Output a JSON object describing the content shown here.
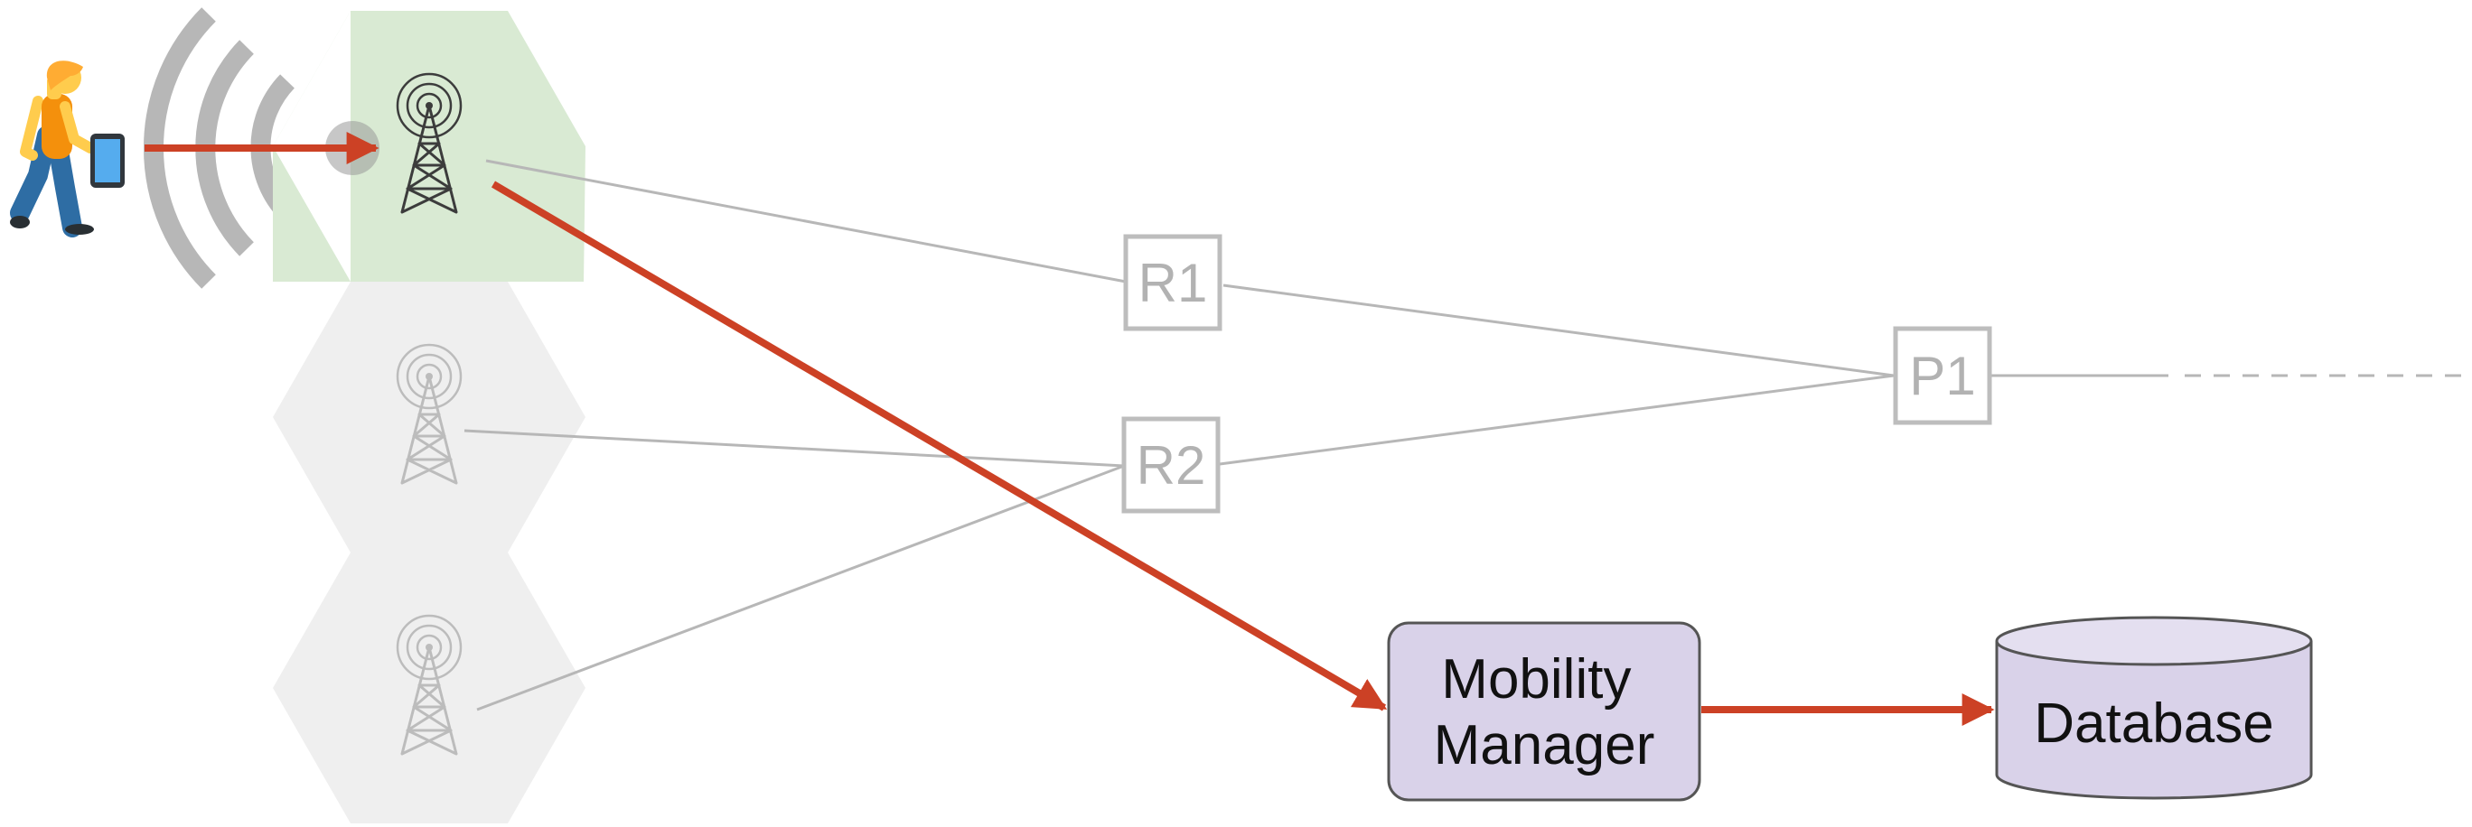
{
  "routers": [
    {
      "id": "r1",
      "label": "R1"
    },
    {
      "id": "r2",
      "label": "R2"
    }
  ],
  "core_router": {
    "label": "P1"
  },
  "mobility_manager": {
    "line1": "Mobility",
    "line2": "Manager"
  },
  "database": {
    "label": "Database"
  },
  "colors": {
    "active_cell": "#d9ead3",
    "inactive_cell": "#efefef",
    "node_fill": "#d9d2e9",
    "arrow": "#cc4125",
    "link": "#b7b7b7",
    "router_border": "#bdbdbd"
  },
  "icons": [
    "person-walking-icon",
    "phone-icon",
    "signal-waves-icon",
    "cell-tower-icon"
  ]
}
